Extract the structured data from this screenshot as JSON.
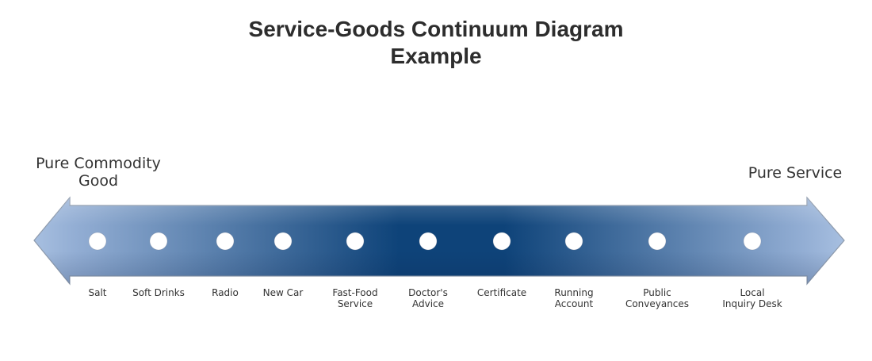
{
  "title": {
    "line1": "Service-Goods Continuum Diagram",
    "line2": "Example"
  },
  "endpoints": {
    "left": "Pure Commodity\nGood",
    "right": "Pure Service"
  },
  "items": [
    {
      "label": "Salt"
    },
    {
      "label": "Soft Drinks"
    },
    {
      "label": "Radio"
    },
    {
      "label": "New Car"
    },
    {
      "label": "Fast-Food\nService"
    },
    {
      "label": "Doctor's\nAdvice"
    },
    {
      "label": "Certificate"
    },
    {
      "label": "Running\nAccount"
    },
    {
      "label": "Public\nConveyances"
    },
    {
      "label": "Local\nInquiry Desk"
    }
  ],
  "colors": {
    "arrow_tip": "#a7bfe0",
    "arrow_light": "#93aed4",
    "arrow_dark": "#0e4379",
    "arrow_outline": "#8d9aac",
    "dot_fill": "#ffffff",
    "title_text": "#2d2d2d",
    "label_text": "#333333"
  }
}
